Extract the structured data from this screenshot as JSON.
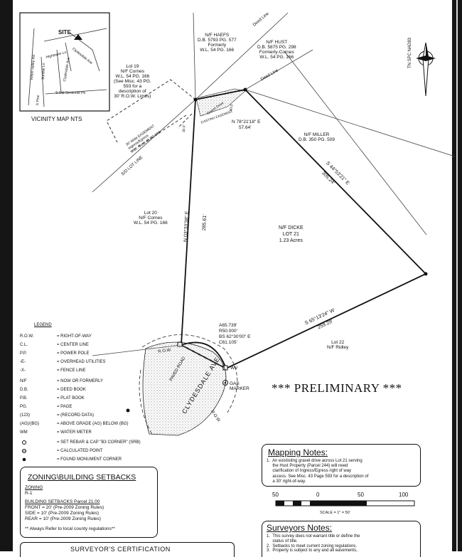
{
  "vicinity_map": {
    "site_label": "SITE",
    "caption": "VICINITY MAP NTS",
    "roads": [
      "Hightower Ln",
      "Clydesdale Ave",
      "Hilton Valley Rd",
      "Sundial Ln",
      "S Pine",
      "Clydesdale Ave",
      "S.Old Seminole Pk"
    ]
  },
  "north_arrow": {
    "label": "TN SPC NAD83"
  },
  "parcels": {
    "haefs": "N/F HAEFS\nD.B. 5793 PG. 577\nFormerly\nW.L. 54 PG. 166",
    "hust": "N/F HUST\nD.B. 5875 PG. 298\nFormerly-Cornes\nW.L. 54 PG. 166",
    "lot19": "Lot 19\nN/F Cornes\nW.L. 54 PG. 166\n(See Misc. 43 PG.\n593 for a\ndescription of\n30' R.O.W. Limits)",
    "miller": "N/F MILLER\nD.B. 350 PG. 509",
    "lot20": "Lot 20\nN/F Cornes\nW.L. 54 PG. 166",
    "dicke": "N/F DICKE\nLOT 21\n1.23 Acres",
    "lot22": "Lot 22\nN/F Ridley"
  },
  "lines": {
    "deed_line_1": "Deed Line",
    "deed_line_2": "Deed Line",
    "sd_lot_line": "S/D LOT LINE",
    "easement": "30' Wide EASEMENT\nIngress/Egress\nMisc. Book 43 PG 593",
    "gravel_drive": "Gravel Drive",
    "existing_easement": "EXISTING EASEMENT",
    "dim_30": "30.0'",
    "dim_30b": "30.0'"
  },
  "bearings": {
    "north_short": "N 78°21'18\" E",
    "north_short_len": "57.64'",
    "east": "S 44°53'21\" E",
    "east_len": "305.24'",
    "west": "N 03°33'38\" E",
    "west_len": "285.61'",
    "south": "S 65°13'24\" W",
    "south_len": "259.29'"
  },
  "curve": {
    "arc": "A65.739'",
    "radius": "R50.000'",
    "bearing": "BS 62°30'00\" E",
    "chord": "C61.105'"
  },
  "road": {
    "row_top": "R.O.W.",
    "row_bottom": "R.O.W.",
    "paved_road": "PAVED ROAD",
    "name": "CLYDESDALE AVE.",
    "wv": "WV",
    "gas": "GAS\nMARKER"
  },
  "preliminary": "*** PRELIMINARY ***",
  "legend": {
    "title": "LEGEND",
    "items": [
      {
        "key": "R.O.W.",
        "value": "= RIGHT-OF-WAY"
      },
      {
        "key": "C.L.",
        "value": "= CENTER LINE"
      },
      {
        "key": "P.P.",
        "value": "= POWER POLE"
      },
      {
        "key": "-E-",
        "value": "= OVERHEAD UTILITIES"
      },
      {
        "key": "-X-",
        "value": "= FENCE LINE"
      },
      {
        "key": "N/F",
        "value": "= NOW OR FORMERLY"
      },
      {
        "key": "D.B.",
        "value": "= DEED BOOK"
      },
      {
        "key": "P.B.",
        "value": "= PLAT BOOK"
      },
      {
        "key": "PG.",
        "value": "= PAGE"
      },
      {
        "key": "(123)",
        "value": "= (RECORD DATA)"
      },
      {
        "key": "(AG)/(BG)",
        "value": "= ABOVE GRADE (AG) BELOW (BG)"
      },
      {
        "key": "WM",
        "value": "= WATER METER"
      },
      {
        "key": "○",
        "value": "= SET REBAR & CAP \"B3 CORNER\" (SRB)"
      },
      {
        "key": "⊗",
        "value": "= CALCULATED POINT"
      },
      {
        "key": "●",
        "value": "= FOUND MONUMENT CORNER"
      }
    ]
  },
  "zoning": {
    "title": "ZONING\\BUILDING SETBACKS",
    "zoning_label": "ZONING",
    "zoning_value": "R-1",
    "setbacks_label": "BUILDING SETBACKS Parcel 21.00",
    "front": "FRONT = 20' (Pre-2009 Zoning Rules)",
    "side": "SIDE = 10' (Pre-2009 Zoning Rules)",
    "rear": "REAR = 10' (Pre-2009 Zoning Rules)",
    "note": "** Always Refer to local county regulations**"
  },
  "mapping_notes": {
    "title": "Mapping Notes:",
    "text": "1.  An existisitng gravel drive across Lot 21 serving\n     the Hust Property (Parcel 244) will need\n     clarification of Ingress/Egress right of way\n     access. See Misc. 43 Page 593 for a description of\n     a 30' right-of-way."
  },
  "scale": {
    "labels": [
      "50",
      "0",
      "50",
      "100"
    ],
    "text": "SCALE = 1\" = 50'"
  },
  "surveyors_notes": {
    "title": "Surveyors Notes:",
    "line1": "1.  This survey does not warrant title or define the",
    "line2": "     status of title.",
    "line3": "2.  Setbacks to meet current zoning regulations.",
    "line4": "3.  Property is subject to any and all easements,"
  },
  "certification": "SURVEYOR'S CERTIFICATION"
}
